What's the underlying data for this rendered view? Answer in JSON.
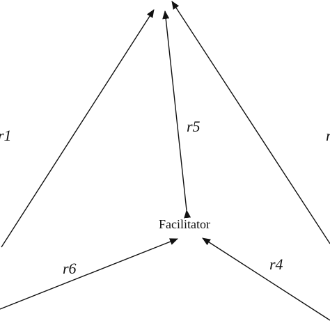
{
  "diagram": {
    "nodes": {
      "facilitator": {
        "label": "Facilitator"
      }
    },
    "edges": [
      {
        "id": "r1",
        "label": "r1",
        "direction": "to-top"
      },
      {
        "id": "r5",
        "label": "r5",
        "direction": "bidirectional"
      },
      {
        "id": "r3",
        "label": "",
        "direction": "to-top"
      },
      {
        "id": "r6",
        "label": "r6",
        "direction": "to-facilitator"
      },
      {
        "id": "r4",
        "label": "r4",
        "direction": "to-facilitator"
      }
    ],
    "partial_labels": {
      "left_edge": "r1",
      "right_edge": "r"
    },
    "colors": {
      "ink": "#111111",
      "background": "#ffffff"
    }
  }
}
